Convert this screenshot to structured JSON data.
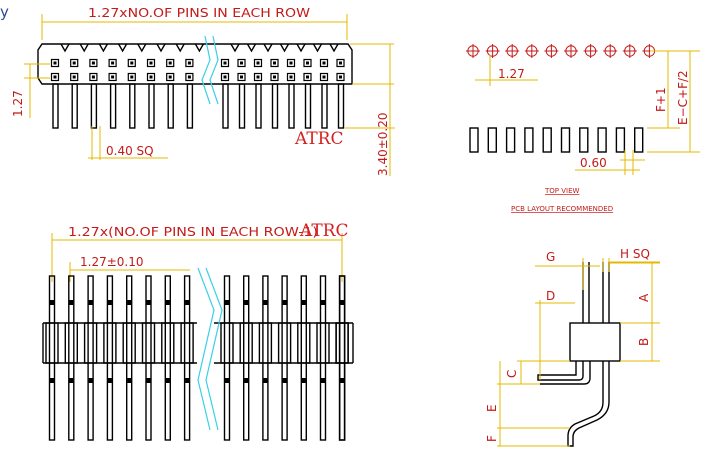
{
  "colors": {
    "outline": "#000000",
    "dimension_line": "#e5b800",
    "dimension_text": "#c41a1a",
    "break_line": "#39d0e8",
    "brand": "#d62020"
  },
  "corner_mark": "y",
  "top_view_drawing": {
    "row_dim": "1.27xNO.OF PINS IN EACH ROW",
    "pitch_dim": "1.27",
    "pin_size_dim": "0.40 SQ",
    "height_dim": "3.40±0.20",
    "brand": "ATRC"
  },
  "pcb_layout": {
    "pitch_dim": "1.27",
    "pad_width_dim": "0.60",
    "dim_f1": "F+1",
    "dim_ecf": "E−C+F/2",
    "caption_line1": "TOP VIEW",
    "caption_line2": "PCB LAYOUT RECOMMENDED"
  },
  "front_view_drawing": {
    "row_dim": "1.27x(NO.OF PINS IN EACH ROW-1)",
    "pitch_dim": "1.27±0.10",
    "brand": "ATRC"
  },
  "side_view_drawing": {
    "dims": {
      "g": "G",
      "h": "H SQ",
      "d": "D",
      "a": "A",
      "b": "B",
      "c": "C",
      "e": "E",
      "f": "F"
    }
  }
}
